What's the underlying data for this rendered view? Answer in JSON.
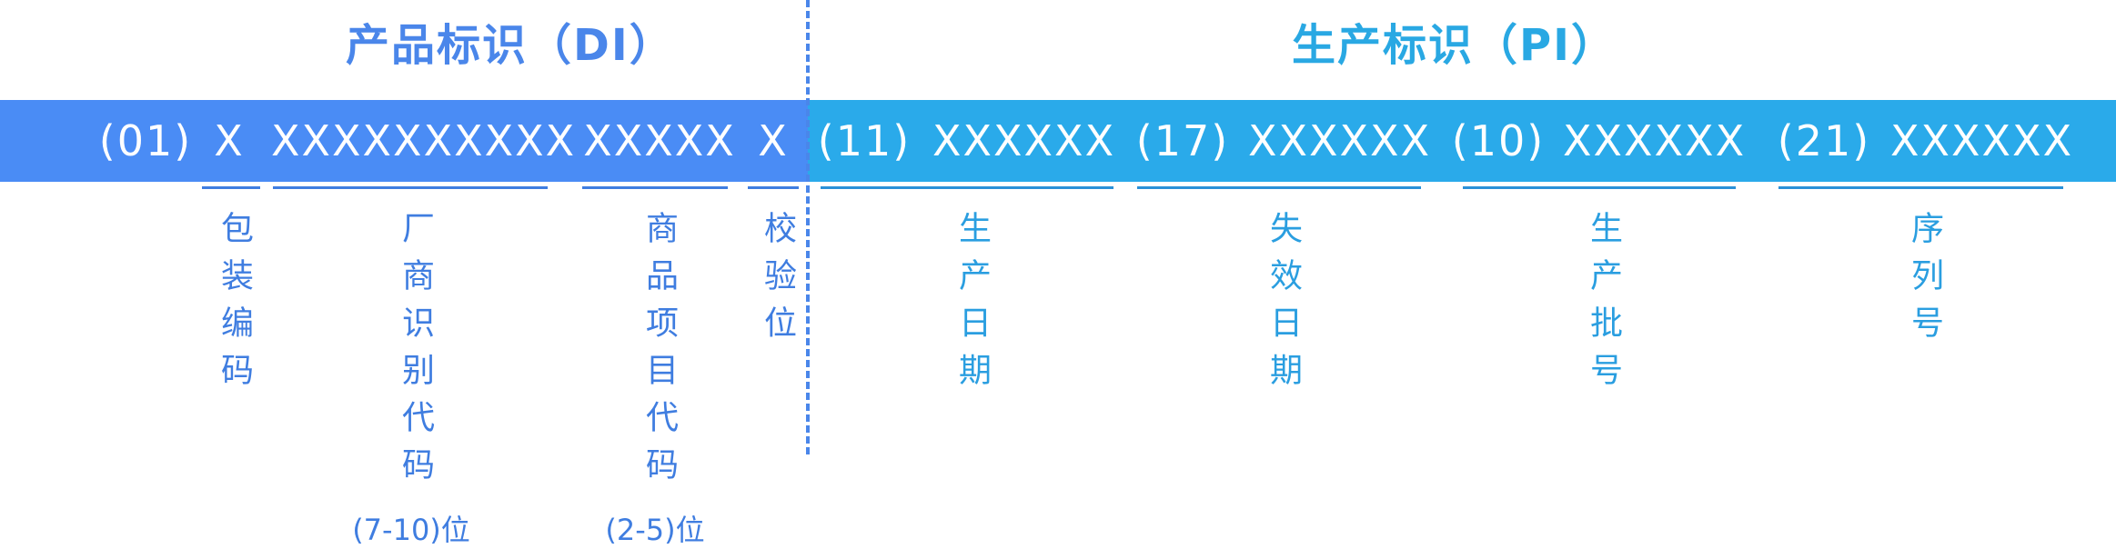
{
  "di": {
    "title": "产品标识（DI）",
    "segments": [
      "(01)",
      "X",
      "XXXXXXXXXX",
      "XXXXX",
      "X"
    ],
    "labels": [
      "包装编码",
      "厂商识别代码",
      "商品项目代码",
      "校验位"
    ],
    "digits": [
      "(7-10)位",
      "(2-5)位"
    ]
  },
  "pi": {
    "title": "生产标识（PI）",
    "segments": [
      "(11)",
      "XXXXXX",
      "(17)",
      "XXXXXX",
      "(10)",
      "XXXXXX",
      "(21)",
      "XXXXXX"
    ],
    "labels": [
      "生产日期",
      "失效日期",
      "生产批号",
      "序列号"
    ]
  },
  "colors": {
    "di": "#4a8cf5",
    "pi": "#2aaaea",
    "di_text": "#3f7de0",
    "pi_text": "#2a9ee0"
  }
}
